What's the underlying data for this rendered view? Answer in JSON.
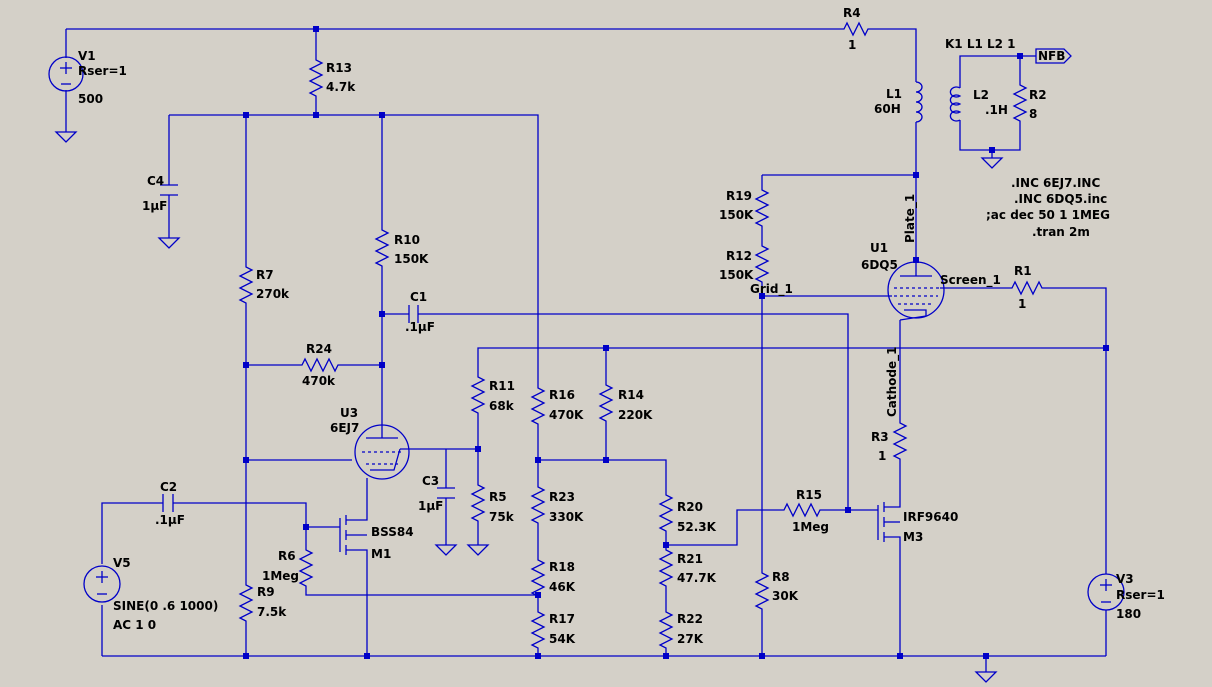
{
  "components": {
    "v1": {
      "name": "V1",
      "param": "Rser=1",
      "value": "500"
    },
    "r13": {
      "name": "R13",
      "value": "4.7k"
    },
    "r4": {
      "name": "R4",
      "value": "1"
    },
    "c4": {
      "name": "C4",
      "value": "1µF"
    },
    "r7": {
      "name": "R7",
      "value": "270k"
    },
    "r10": {
      "name": "R10",
      "value": "150K"
    },
    "c1": {
      "name": "C1",
      "value": ".1µF"
    },
    "r24": {
      "name": "R24",
      "value": "470k"
    },
    "u3": {
      "name": "U3",
      "model": "6EJ7"
    },
    "r11": {
      "name": "R11",
      "value": "68k"
    },
    "r16": {
      "name": "R16",
      "value": "470K"
    },
    "r14": {
      "name": "R14",
      "value": "220K"
    },
    "c3": {
      "name": "C3",
      "value": "1µF"
    },
    "r5": {
      "name": "R5",
      "value": "75k"
    },
    "r23": {
      "name": "R23",
      "value": "330K"
    },
    "m1": {
      "name": "M1",
      "model": "BSS84"
    },
    "c2": {
      "name": "C2",
      "value": ".1µF"
    },
    "r6": {
      "name": "R6",
      "value": "1Meg"
    },
    "v5": {
      "name": "V5",
      "source": "SINE(0 .6 1000)",
      "ac": "AC 1 0"
    },
    "r9": {
      "name": "R9",
      "value": "7.5k"
    },
    "r18": {
      "name": "R18",
      "value": "46K"
    },
    "r17": {
      "name": "R17",
      "value": "54K"
    },
    "r20": {
      "name": "R20",
      "value": "52.3K"
    },
    "r21": {
      "name": "R21",
      "value": "47.7K"
    },
    "r22": {
      "name": "R22",
      "value": "27K"
    },
    "r15": {
      "name": "R15",
      "value": "1Meg"
    },
    "m3": {
      "name": "M3",
      "model": "IRF9640"
    },
    "r8": {
      "name": "R8",
      "value": "30K"
    },
    "r3": {
      "name": "R3",
      "value": "1"
    },
    "v3": {
      "name": "V3",
      "param": "Rser=1",
      "value": "180"
    },
    "r1": {
      "name": "R1",
      "value": "1"
    },
    "u1": {
      "name": "U1",
      "model": "6DQ5"
    },
    "r19": {
      "name": "R19",
      "value": "150K"
    },
    "r12": {
      "name": "R12",
      "value": "150K"
    },
    "l1": {
      "name": "L1",
      "value": "60H"
    },
    "l2": {
      "name": "L2",
      "value": ".1H"
    },
    "r2": {
      "name": "R2",
      "value": "8"
    }
  },
  "nets": {
    "grid": "Grid_1",
    "screen": "Screen_1",
    "plate": "Plate_1",
    "cathode": "Cathode_1",
    "nfb": "NFB"
  },
  "directives": {
    "coupling": "K1 L1 L2  1",
    "inc1": ".INC 6EJ7.INC",
    "inc2": ".INC 6DQ5.inc",
    "ac": ";ac dec 50 1 1MEG",
    "tran": ".tran 2m"
  }
}
